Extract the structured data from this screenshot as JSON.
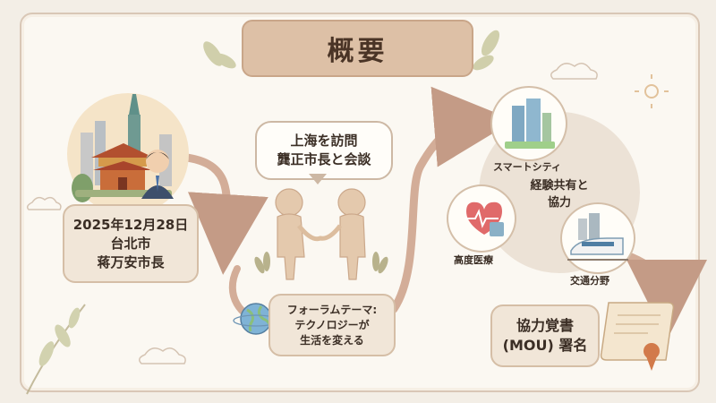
{
  "title": "概要",
  "start": {
    "lines": [
      "2025年12月28日",
      "台北市",
      "蒋万安市長"
    ]
  },
  "visit": {
    "lines": [
      "上海を訪問",
      "龔正市長と会談"
    ]
  },
  "forum": {
    "lines": [
      "フォーラムテーマ:",
      "テクノロジーが",
      "生活を変える"
    ]
  },
  "cooperation": {
    "center_lines": [
      "経験共有と",
      "協力"
    ],
    "areas": [
      "スマートシティ",
      "高度医療",
      "交通分野"
    ]
  },
  "result": {
    "lines": [
      "協力覚書",
      "(MOU) 署名"
    ]
  },
  "colors": {
    "title_bg": "#ddc0a6",
    "card_bg": "#f1e6d8",
    "arrow": "#c49b86",
    "background": "#f3eee6"
  }
}
